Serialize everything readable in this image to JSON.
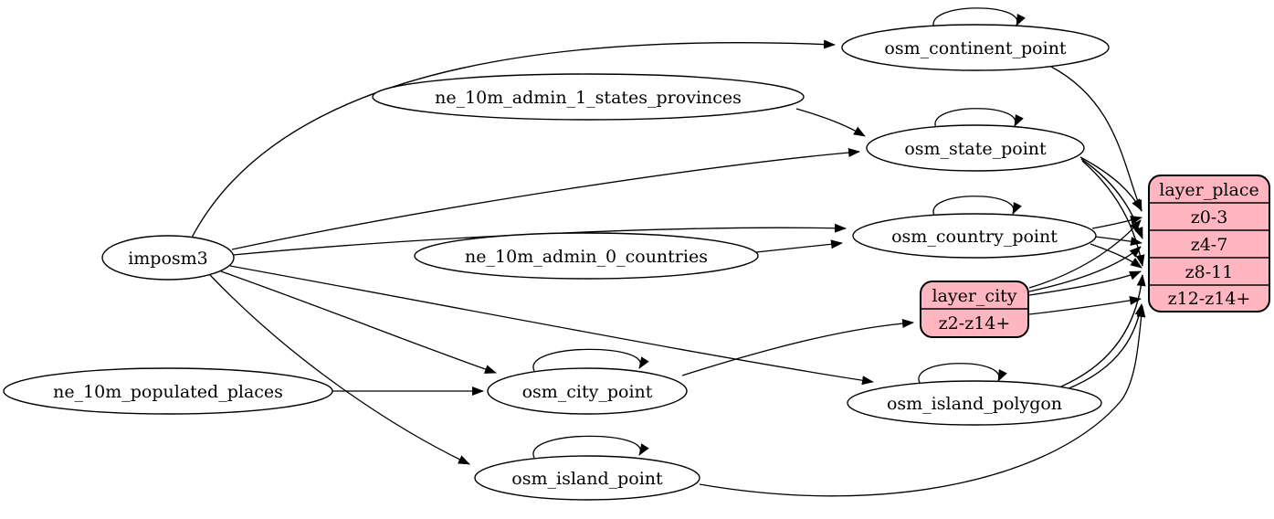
{
  "diagram": {
    "type": "etl-graph",
    "colors": {
      "record_fill": "#ffb6c1",
      "node_fill": "#ffffff",
      "stroke": "#000000",
      "background": "#ffffff"
    },
    "nodes": {
      "imposm3": {
        "label": "imposm3"
      },
      "ne_10m_admin_1_states_provinces": {
        "label": "ne_10m_admin_1_states_provinces"
      },
      "ne_10m_admin_0_countries": {
        "label": "ne_10m_admin_0_countries"
      },
      "ne_10m_populated_places": {
        "label": "ne_10m_populated_places"
      },
      "osm_continent_point": {
        "label": "osm_continent_point"
      },
      "osm_state_point": {
        "label": "osm_state_point"
      },
      "osm_country_point": {
        "label": "osm_country_point"
      },
      "osm_city_point": {
        "label": "osm_city_point"
      },
      "osm_island_polygon": {
        "label": "osm_island_polygon"
      },
      "osm_island_point": {
        "label": "osm_island_point"
      }
    },
    "records": {
      "layer_city": {
        "title": "layer_city",
        "rows": [
          "z2-z14+"
        ]
      },
      "layer_place": {
        "title": "layer_place",
        "rows": [
          "z0-3",
          "z4-7",
          "z8-11",
          "z12-z14+"
        ]
      }
    },
    "edges": [
      {
        "from": "imposm3",
        "to": "osm_continent_point"
      },
      {
        "from": "imposm3",
        "to": "osm_state_point"
      },
      {
        "from": "imposm3",
        "to": "osm_country_point"
      },
      {
        "from": "imposm3",
        "to": "osm_city_point"
      },
      {
        "from": "imposm3",
        "to": "osm_island_polygon"
      },
      {
        "from": "imposm3",
        "to": "osm_island_point"
      },
      {
        "from": "ne_10m_admin_1_states_provinces",
        "to": "osm_state_point"
      },
      {
        "from": "ne_10m_admin_0_countries",
        "to": "osm_country_point"
      },
      {
        "from": "ne_10m_populated_places",
        "to": "osm_city_point"
      },
      {
        "from": "osm_continent_point",
        "to": "osm_continent_point"
      },
      {
        "from": "osm_state_point",
        "to": "osm_state_point"
      },
      {
        "from": "osm_country_point",
        "to": "osm_country_point"
      },
      {
        "from": "osm_city_point",
        "to": "osm_city_point"
      },
      {
        "from": "osm_island_polygon",
        "to": "osm_island_polygon"
      },
      {
        "from": "osm_island_point",
        "to": "osm_island_point"
      },
      {
        "from": "osm_continent_point",
        "to": "layer_place",
        "to_row": "z0-3"
      },
      {
        "from": "osm_state_point",
        "to": "layer_place",
        "to_row": "z0-3"
      },
      {
        "from": "osm_state_point",
        "to": "layer_place",
        "to_row": "z4-7"
      },
      {
        "from": "osm_state_point",
        "to": "layer_place",
        "to_row": "z8-11"
      },
      {
        "from": "osm_country_point",
        "to": "layer_place",
        "to_row": "z0-3"
      },
      {
        "from": "osm_country_point",
        "to": "layer_place",
        "to_row": "z4-7"
      },
      {
        "from": "osm_country_point",
        "to": "layer_place",
        "to_row": "z8-11"
      },
      {
        "from": "osm_city_point",
        "to": "layer_city",
        "to_row": "z2-z14+"
      },
      {
        "from": "layer_city",
        "to": "layer_place",
        "to_row": "z0-3"
      },
      {
        "from": "layer_city",
        "to": "layer_place",
        "to_row": "z4-7"
      },
      {
        "from": "layer_city",
        "to": "layer_place",
        "to_row": "z8-11"
      },
      {
        "from": "layer_city",
        "to": "layer_place",
        "to_row": "z12-z14+"
      },
      {
        "from": "osm_island_polygon",
        "to": "layer_place",
        "to_row": "z8-11"
      },
      {
        "from": "osm_island_polygon",
        "to": "layer_place",
        "to_row": "z12-z14+"
      },
      {
        "from": "osm_island_point",
        "to": "layer_place",
        "to_row": "z12-z14+"
      }
    ]
  }
}
